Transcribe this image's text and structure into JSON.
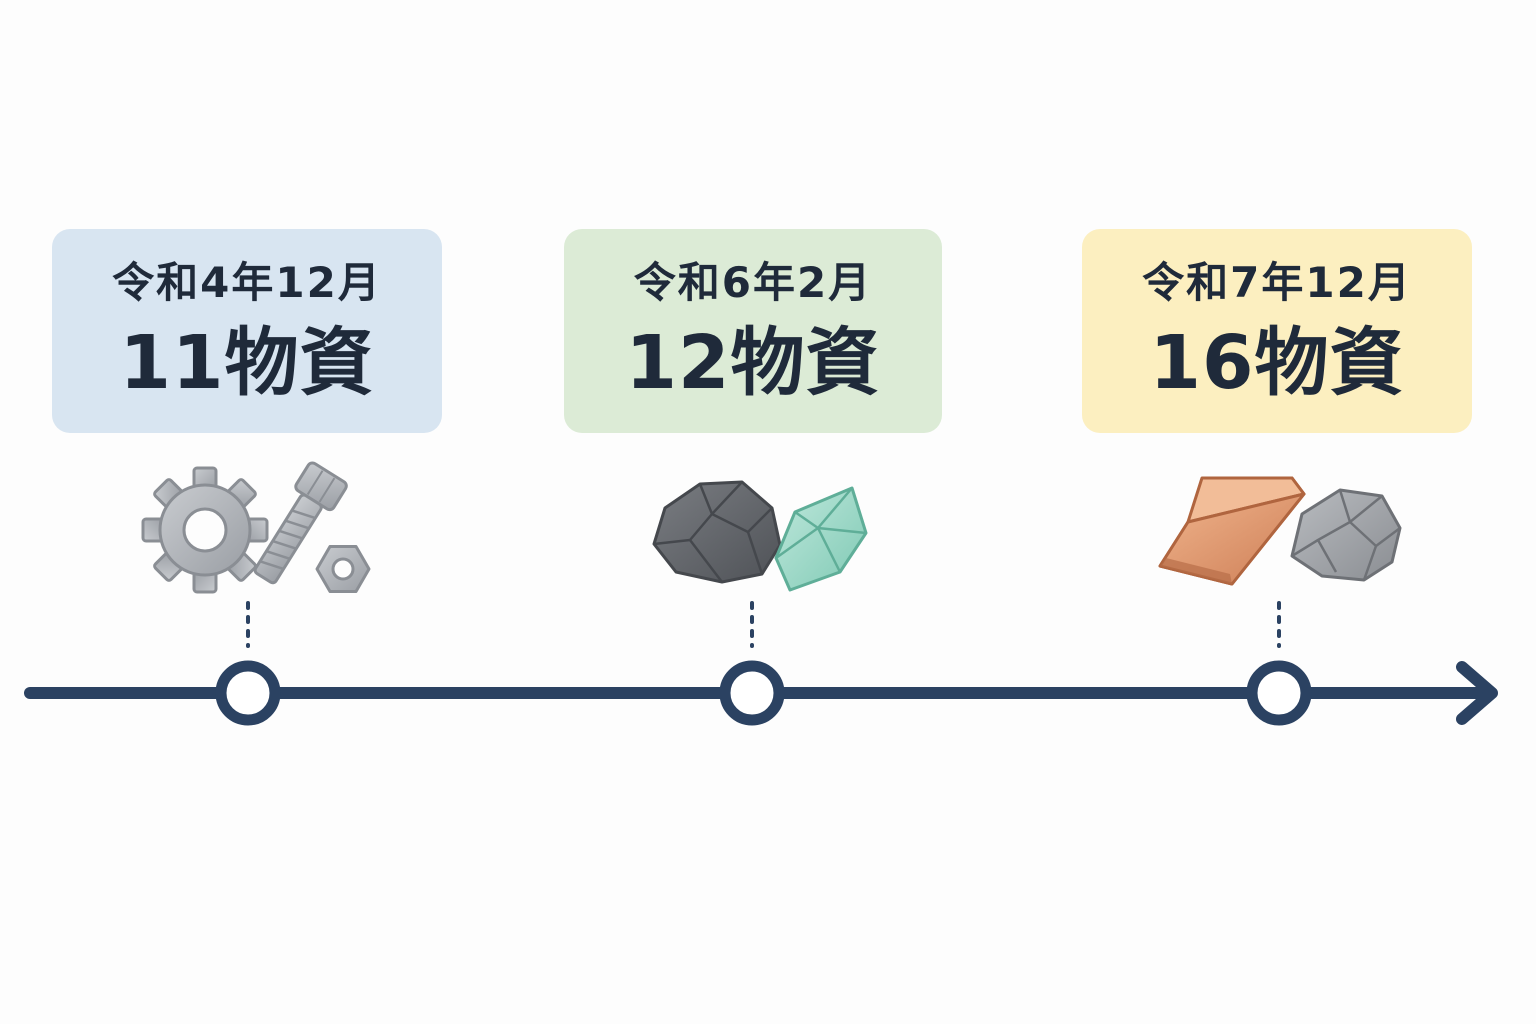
{
  "timeline": {
    "line_color": "#2b4262",
    "milestones": [
      {
        "date": "令和4年12月",
        "count": "11物資",
        "card_color": "#d8e5f1",
        "icons": [
          "gear-icon",
          "bolt-icon",
          "nut-icon"
        ]
      },
      {
        "date": "令和6年2月",
        "count": "12物資",
        "card_color": "#dcebd6",
        "icons": [
          "ore-rock-icon",
          "crystal-icon"
        ]
      },
      {
        "date": "令和7年12月",
        "count": "16物資",
        "card_color": "#fcefc0",
        "icons": [
          "copper-ingot-icon",
          "gray-rock-icon"
        ]
      }
    ]
  }
}
